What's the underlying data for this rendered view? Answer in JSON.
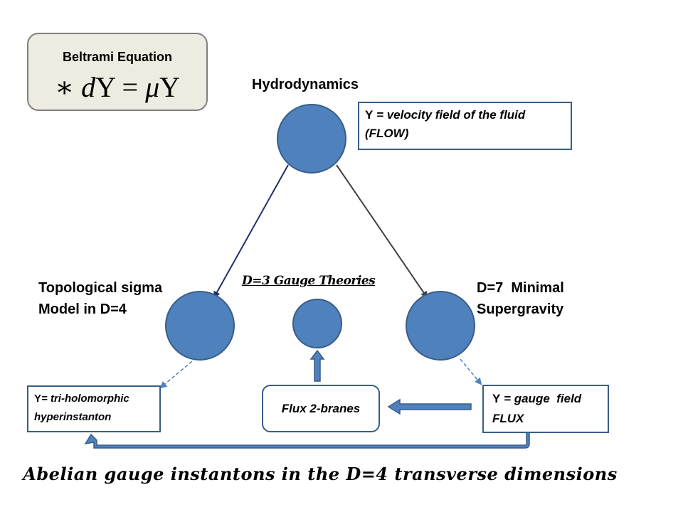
{
  "beltrami": {
    "title": "Beltrami Equation",
    "formula_star_d": "∗ d",
    "formula_Y1": "Y",
    "formula_eq": " = ",
    "formula_mu": "μ",
    "formula_Y2": "Y"
  },
  "nodes": {
    "hydrodynamics": "Hydrodynamics",
    "sigma_line1": "Topological sigma",
    "sigma_line2": "Model in D=4",
    "sugra_line1": "D=7  Minimal",
    "sugra_line2": "Supergravity",
    "gauge_theories": "D=3 Gauge Theories"
  },
  "boxes": {
    "flow_Y": "Y",
    "flow_text_1": " = velocity field of the fluid",
    "flow_text_2": "(FLOW)",
    "hyper_Y": "Y",
    "hyper_text_1": "= tri-holomorphic",
    "hyper_text_2": "hyperinstanton",
    "flux_Y": "Y",
    "flux_text_1": " = gauge  field",
    "flux_text_2": "FLUX",
    "branes": "Flux 2-branes"
  },
  "bottom_caption": "Abelian gauge instantons in the D=4 transverse dimensions",
  "colors": {
    "circle_fill": "#4f81bd",
    "circle_stroke": "#385d8a",
    "arrow_dark": "#1f2f6b",
    "arrow_grey": "#404040",
    "box_border": "#385d8a",
    "beltrami_fill": "#eeece1"
  }
}
